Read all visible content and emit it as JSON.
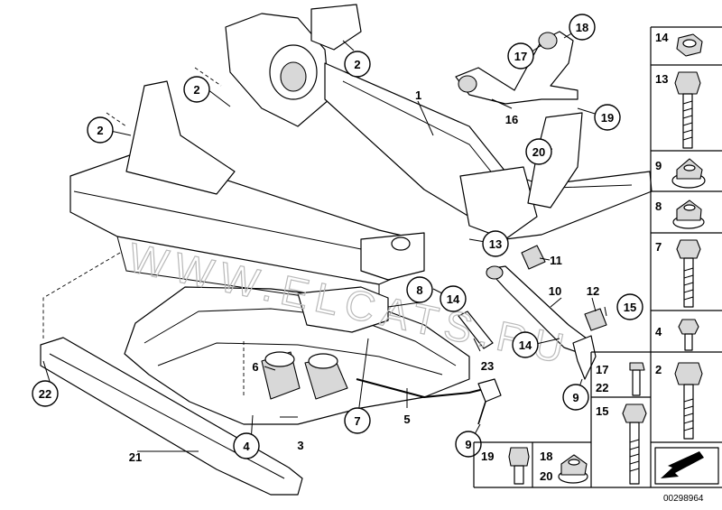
{
  "watermark": "WWW.ELCATS.RU",
  "diagram_number": "00298964",
  "callouts": {
    "c1": "1",
    "c2a": "2",
    "c2b": "2",
    "c2c": "2",
    "c3": "3",
    "c4": "4",
    "c5": "5",
    "c6": "6",
    "c7": "7",
    "c8": "8",
    "c9a": "9",
    "c9b": "9",
    "c10": "10",
    "c11": "11",
    "c12": "12",
    "c13": "13",
    "c14a": "14",
    "c14b": "14",
    "c15": "15",
    "c16": "16",
    "c17": "17",
    "c18": "18",
    "c19": "19",
    "c20": "20",
    "c21": "21",
    "c22": "22",
    "c23": "23"
  },
  "sidebar_labels": {
    "s14": "14",
    "s13": "13",
    "s9": "9",
    "s8": "8",
    "s7": "7",
    "s4": "4",
    "s2": "2",
    "s17": "17",
    "s22": "22",
    "s15": "15",
    "s19": "19",
    "s18": "18",
    "s20": "20"
  },
  "colors": {
    "line": "#000000",
    "shade": "#d8d8d8",
    "watermark": "#b9b9b9",
    "background": "#ffffff"
  }
}
